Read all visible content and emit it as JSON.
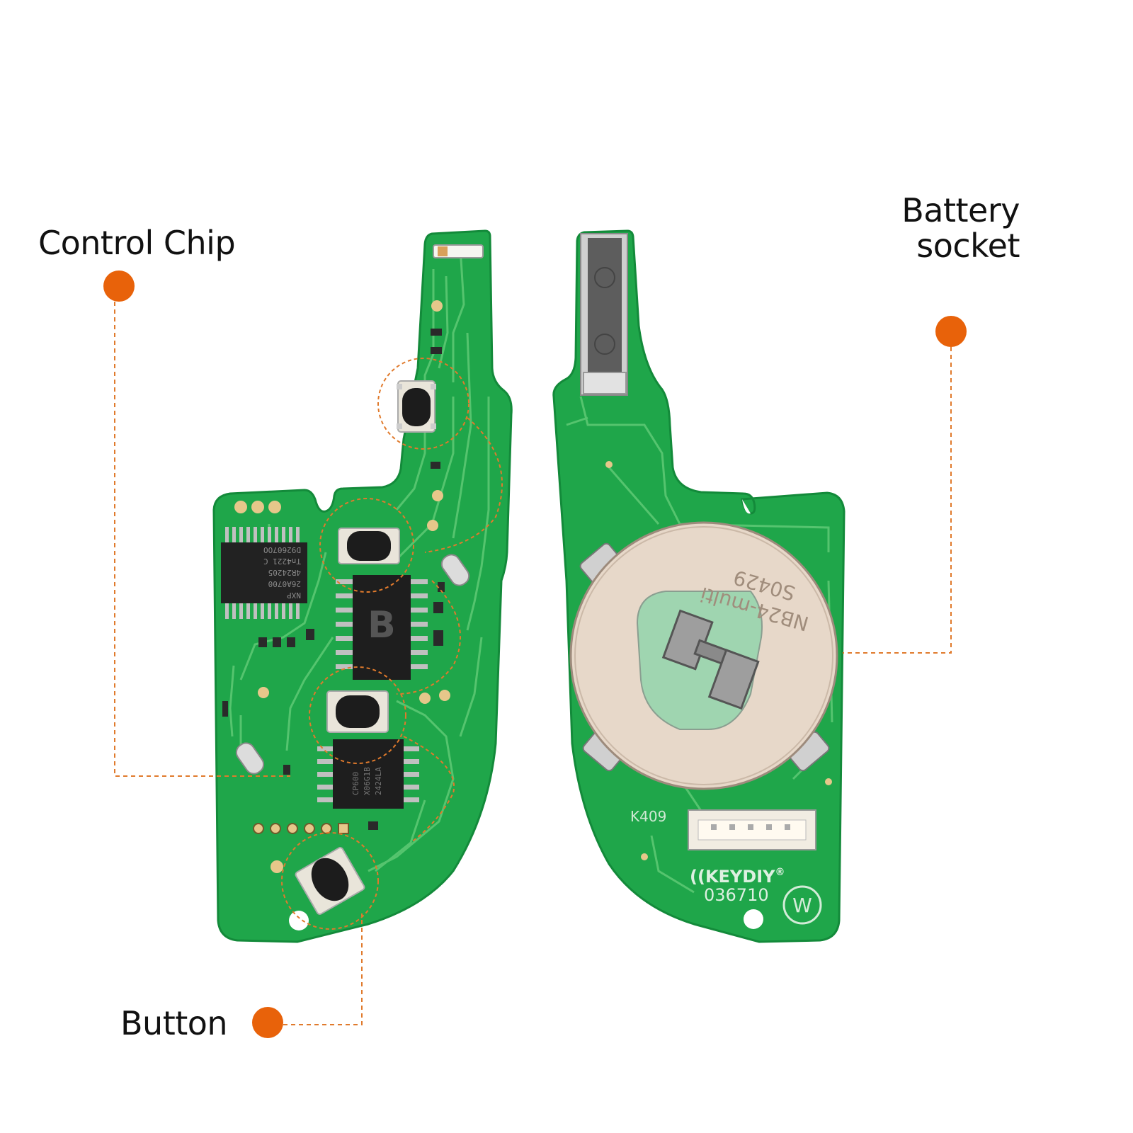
{
  "labels": {
    "control_chip": "Control Chip",
    "battery_line1": "Battery",
    "battery_line2": "socket",
    "button": "Button"
  },
  "board_markings": {
    "left_chip_top": "NXP",
    "left_chip_1": "26A0700",
    "left_chip_2": "4R24205",
    "left_chip_3": "Tn4221 C",
    "left_chip_4": "D92607OO",
    "center_chip": "B",
    "lower_chip_1": "CP600",
    "lower_chip_2": "X06G1B",
    "lower_chip_3": "2424LA",
    "coin_text_1": "NB24-multi",
    "coin_text_2": "S0429",
    "board_code": "K409",
    "brand": "KEYDIY",
    "registered": "®",
    "serial": "036710",
    "w_mark": "W"
  },
  "colors": {
    "pcb_green": "#1fa64a",
    "trace_green": "#5bc873",
    "accent_orange": "#e8620a",
    "dash_orange": "#e07a2c",
    "pad_gold": "#e6c78a"
  }
}
